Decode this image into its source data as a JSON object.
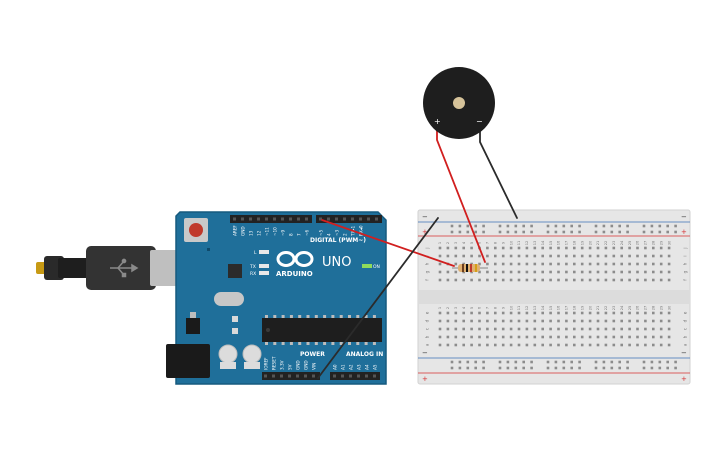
{
  "arduino": {
    "brand": "ARDUINO",
    "model": "UNO",
    "digital_label": "DIGITAL (PWM~)",
    "power_label": "POWER",
    "analog_label": "ANALOG IN",
    "on_label": "ON",
    "led_l": "L",
    "led_tx": "TX",
    "led_rx": "RX",
    "digital_pins": [
      "AREF",
      "GND",
      "13",
      "12",
      "~11",
      "~10",
      "~9",
      "8",
      "7",
      "~6",
      "~5",
      "4",
      "~3",
      "2",
      "TX▸1",
      "RX◂0"
    ],
    "power_pins": [
      "IOREF",
      "RESET",
      "3.3V",
      "5V",
      "GND",
      "GND",
      "VIN"
    ],
    "analog_pins": [
      "A0",
      "A1",
      "A2",
      "A3",
      "A4",
      "A5"
    ]
  },
  "breadboard": {
    "plus": "+",
    "minus": "−",
    "rows_top": [
      "j",
      "i",
      "h",
      "g",
      "f"
    ],
    "rows_bottom": [
      "e",
      "d",
      "c",
      "b",
      "a"
    ],
    "columns": [
      "1",
      "2",
      "3",
      "4",
      "5",
      "6",
      "7",
      "8",
      "9",
      "10",
      "11",
      "12",
      "13",
      "14",
      "15",
      "16",
      "17",
      "18",
      "19",
      "20",
      "21",
      "22",
      "23",
      "24",
      "25",
      "26",
      "27",
      "28",
      "29",
      "30"
    ]
  },
  "buzzer": {
    "plus": "+",
    "minus": "−"
  },
  "colors": {
    "board": "#1f6f9a",
    "board_edge": "#175a7e",
    "breadboard": "#e6e6e6",
    "rail_red": "#d63031",
    "rail_blue": "#3a6fb5",
    "wire_red": "#d11f1f",
    "wire_black": "#2b2b2b"
  }
}
